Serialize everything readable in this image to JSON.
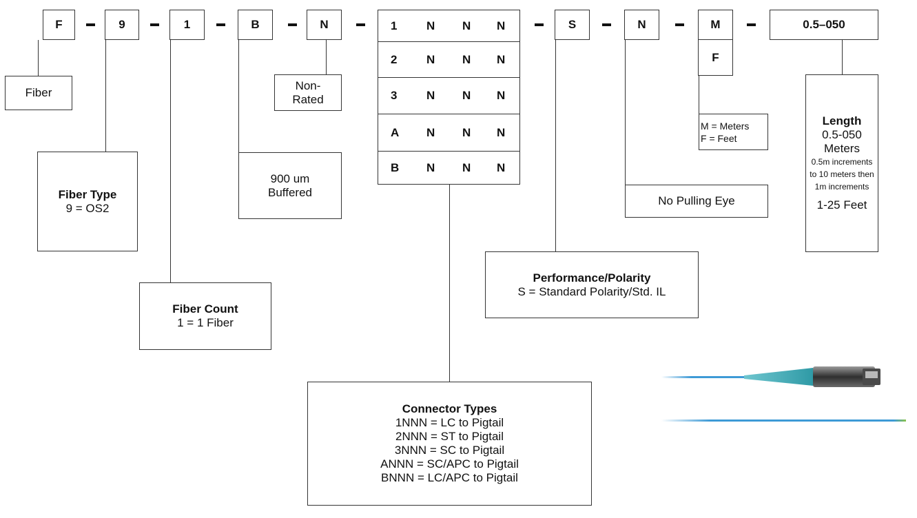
{
  "codes": {
    "f1": "F",
    "f2": "9",
    "f3": "1",
    "f4": "B",
    "f5": "N",
    "connector_rows": [
      [
        "1",
        "N",
        "N",
        "N"
      ],
      [
        "2",
        "N",
        "N",
        "N"
      ],
      [
        "3",
        "N",
        "N",
        "N"
      ],
      [
        "A",
        "N",
        "N",
        "N"
      ],
      [
        "B",
        "N",
        "N",
        "N"
      ]
    ],
    "f7": "S",
    "f8": "N",
    "f9a": "M",
    "f9b": "F",
    "f10": "0.5–050"
  },
  "labels": {
    "fiber": "Fiber",
    "fiber_type": {
      "title": "Fiber Type",
      "lines": [
        "9 = OS2"
      ]
    },
    "fiber_count": {
      "title": "Fiber Count",
      "lines": [
        "1 = 1 Fiber"
      ]
    },
    "buffered": {
      "lines": [
        "900 um",
        "Buffered"
      ]
    },
    "rated": {
      "lines": [
        "Non-",
        "Rated"
      ]
    },
    "connector_types": {
      "title": "Connector Types",
      "lines": [
        "1NNN = LC to Pigtail",
        "2NNN = ST to Pigtail",
        "3NNN = SC to Pigtail",
        "ANNN = SC/APC to Pigtail",
        "BNNN = LC/APC to Pigtail"
      ]
    },
    "performance": {
      "title": "Performance/Polarity",
      "lines": [
        "S = Standard Polarity/Std. IL"
      ]
    },
    "pulling_eye": "No Pulling Eye",
    "units": {
      "lines": [
        "M = Meters",
        "F = Feet"
      ]
    },
    "length": {
      "title": "Length",
      "lines": [
        "0.5-050",
        "Meters"
      ],
      "small_lines": [
        "0.5m increments",
        "to 10 meters then",
        "1m increments"
      ],
      "tail": "1-25 Feet"
    }
  },
  "colors": {
    "cable_blue": "#3d9ad6",
    "boot_teal": "#6fc6cf",
    "connector_gray": "#4a4a4a"
  },
  "icons": [
    "lc-pigtail-connector-image",
    "bare-fiber-pigtail-image"
  ]
}
